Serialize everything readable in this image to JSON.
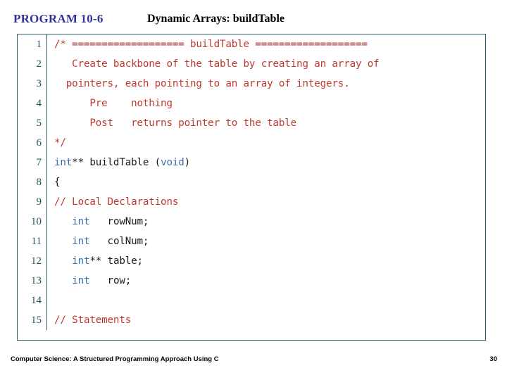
{
  "header": {
    "program_label": "PROGRAM 10-6",
    "program_title": "Dynamic Arrays: buildTable"
  },
  "colors": {
    "program_label": "#333399",
    "program_title": "#000000",
    "box_border": "#2f5f6b",
    "line_number": "#1f5560",
    "comment": "#c0392f",
    "keyword": "#3a6fa8",
    "plain": "#1a1a1a",
    "background": "#ffffff"
  },
  "code": {
    "language": "C",
    "line_numbers": [
      "1",
      "2",
      "3",
      "4",
      "5",
      "6",
      "7",
      "8",
      "9",
      "10",
      "11",
      "12",
      "13",
      "14",
      "15"
    ],
    "lines": [
      {
        "n": "1",
        "tokens": [
          {
            "t": "/* =================== buildTable ===================",
            "c": "cmt"
          }
        ]
      },
      {
        "n": "2",
        "tokens": [
          {
            "t": "   Create backbone of the table by creating an array of",
            "c": "cmt"
          }
        ]
      },
      {
        "n": "3",
        "tokens": [
          {
            "t": "  pointers, each pointing to an array of integers.",
            "c": "cmt"
          }
        ]
      },
      {
        "n": "4",
        "tokens": [
          {
            "t": "      Pre    nothing",
            "c": "cmt"
          }
        ]
      },
      {
        "n": "5",
        "tokens": [
          {
            "t": "      Post   returns pointer to the table",
            "c": "cmt"
          }
        ]
      },
      {
        "n": "6",
        "tokens": [
          {
            "t": "*/",
            "c": "cmt"
          }
        ]
      },
      {
        "n": "7",
        "tokens": [
          {
            "t": "int",
            "c": "kw"
          },
          {
            "t": "** buildTable (",
            "c": "pln"
          },
          {
            "t": "void",
            "c": "kw"
          },
          {
            "t": ")",
            "c": "pln"
          }
        ]
      },
      {
        "n": "8",
        "tokens": [
          {
            "t": "{",
            "c": "pln"
          }
        ]
      },
      {
        "n": "9",
        "tokens": [
          {
            "t": "// Local Declarations",
            "c": "cmt"
          }
        ]
      },
      {
        "n": "10",
        "tokens": [
          {
            "t": "   ",
            "c": "pln"
          },
          {
            "t": "int",
            "c": "kw"
          },
          {
            "t": "   rowNum;",
            "c": "pln"
          }
        ]
      },
      {
        "n": "11",
        "tokens": [
          {
            "t": "   ",
            "c": "pln"
          },
          {
            "t": "int",
            "c": "kw"
          },
          {
            "t": "   colNum;",
            "c": "pln"
          }
        ]
      },
      {
        "n": "12",
        "tokens": [
          {
            "t": "   ",
            "c": "pln"
          },
          {
            "t": "int",
            "c": "kw"
          },
          {
            "t": "** table;",
            "c": "pln"
          }
        ]
      },
      {
        "n": "13",
        "tokens": [
          {
            "t": "   ",
            "c": "pln"
          },
          {
            "t": "int",
            "c": "kw"
          },
          {
            "t": "   row;",
            "c": "pln"
          }
        ]
      },
      {
        "n": "14",
        "tokens": [
          {
            "t": "",
            "c": "pln"
          }
        ]
      },
      {
        "n": "15",
        "tokens": [
          {
            "t": "// Statements",
            "c": "cmt"
          }
        ]
      }
    ]
  },
  "footer": {
    "book_title": "Computer Science: A Structured Programming Approach Using C",
    "page_number": "30"
  }
}
